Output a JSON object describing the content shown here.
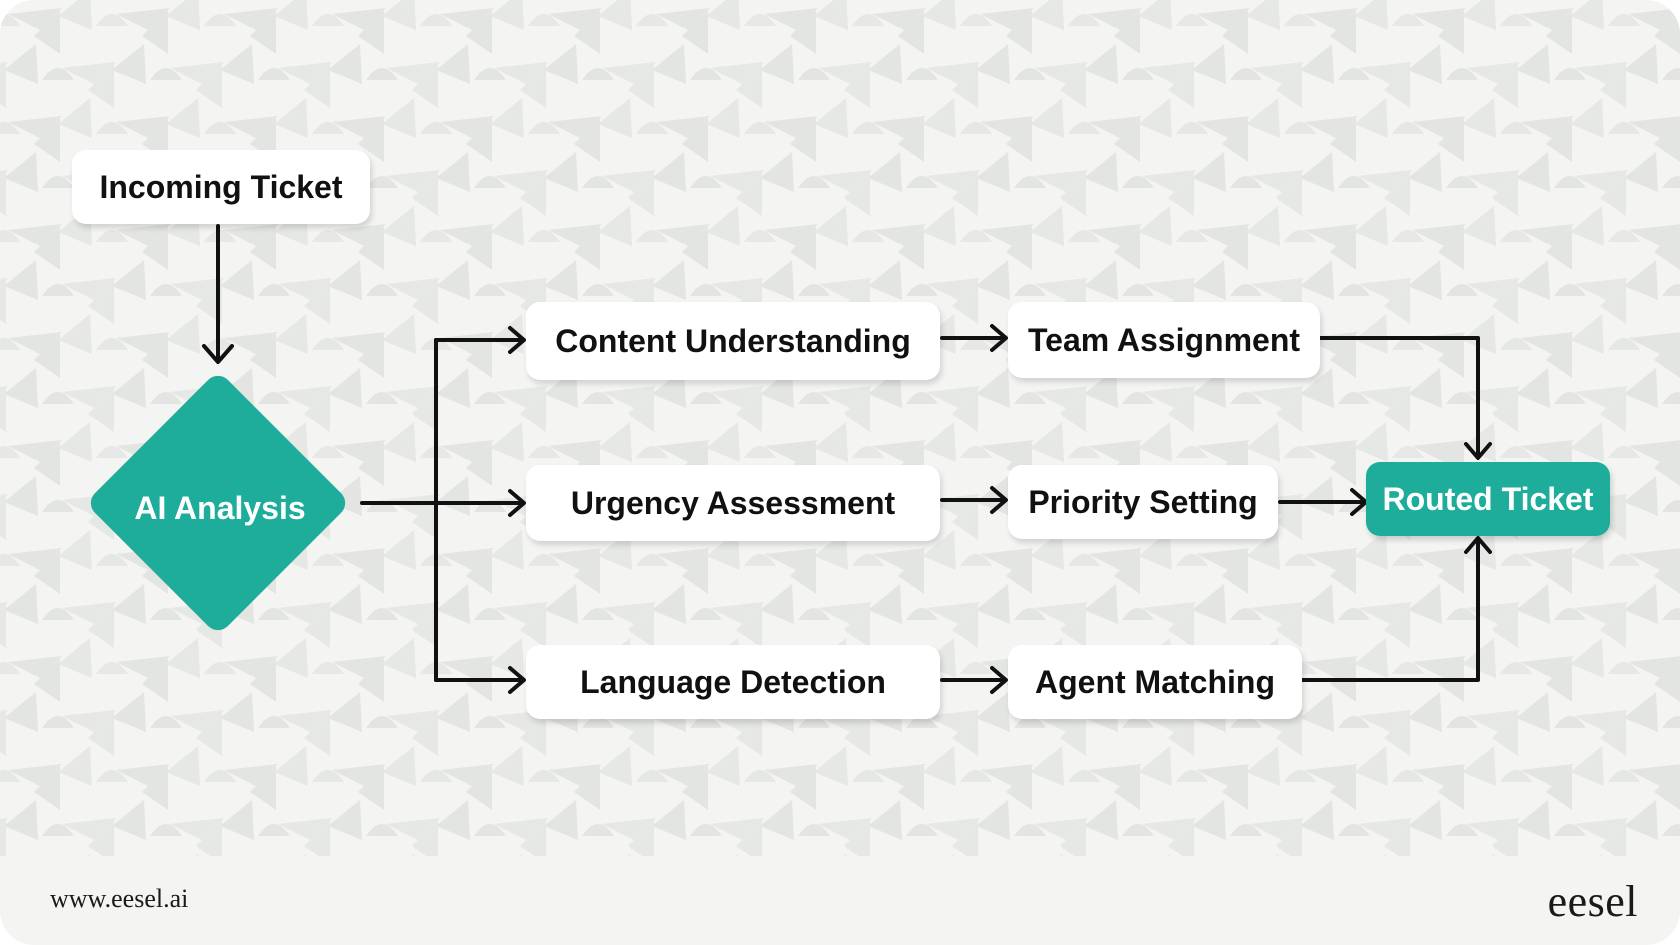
{
  "nodes": {
    "incoming_ticket": "Incoming Ticket",
    "ai_analysis": "AI Analysis",
    "content_understanding": "Content Understanding",
    "urgency_assessment": "Urgency Assessment",
    "language_detection": "Language Detection",
    "team_assignment": "Team Assignment",
    "priority_setting": "Priority Setting",
    "agent_matching": "Agent Matching",
    "routed_ticket": "Routed Ticket"
  },
  "footer": {
    "url": "www.eesel.ai",
    "brand": "eesel"
  },
  "colors": {
    "accent": "#1fad9b",
    "background": "#f4f4f2",
    "pattern": "#e4e6e4",
    "text": "#111111"
  }
}
